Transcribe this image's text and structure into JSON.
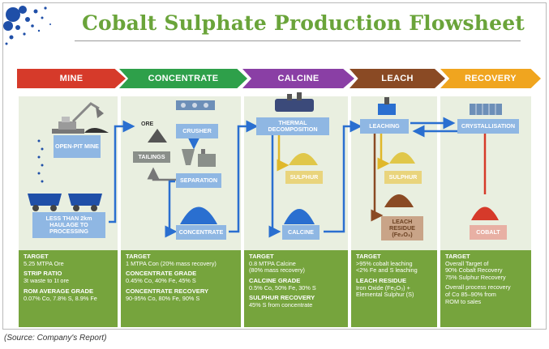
{
  "title": "Cobalt Sulphate Production Flowsheet",
  "source": "(Source: Company's Report)",
  "colors": {
    "green": "#76a43d",
    "red": "#d63a2a",
    "teal": "#2ea04a",
    "purple": "#8a3fa5",
    "brown": "#8a4a24",
    "orange": "#f0a51f"
  },
  "stages": {
    "mine": "MINE",
    "concentrate": "CONCENTRATE",
    "calcine": "CALCINE",
    "leach": "LEACH",
    "recovery": "RECOVERY"
  },
  "boxes": {
    "open_pit": "OPEN-PIT MINE",
    "haulage": "LESS THAN 2km HAULAGE TO PROCESSING",
    "ore": "ORE",
    "crusher": "CRUSHER",
    "tailings": "TAILINGS",
    "separation": "SEPARATION",
    "concentrate": "CONCENTRATE",
    "thermal": "THERMAL DECOMPOSITION",
    "sulphur1": "SULPHUR",
    "calcine": "CALCINE",
    "leaching": "LEACHING",
    "sulphur2": "SULPHUR",
    "leach_residue": "LEACH RESIDUE (Fe₂O₃)",
    "crystallisation": "CRYSTALLISATION",
    "cobalt": "COBALT"
  },
  "panels": {
    "mine": {
      "h1": "TARGET",
      "t1": "5.25 MTPA Ore",
      "h2": "STRIP RATIO",
      "t2": "3t waste to 1t ore",
      "h3": "ROM AVERAGE GRADE",
      "t3": "0.07% Co, 7.8% S, 8.9% Fe"
    },
    "concentrate": {
      "h1": "TARGET",
      "t1": "1 MTPA Con (20% mass recovery)",
      "h2": "CONCENTRATE GRADE",
      "t2": "0.45% Co, 40% Fe, 45% S",
      "h3": "CONCENTRATE RECOVERY",
      "t3": "90-95% Co, 80% Fe, 90% S"
    },
    "calcine": {
      "h1": "TARGET",
      "t1a": "0.8 MTPA Calcine",
      "t1b": "(80% mass recovery)",
      "h2": "CALCINE GRADE",
      "t2": "0.5% Co, 50% Fe, 30% S",
      "h3": "SULPHUR RECOVERY",
      "t3": "45% S from concentrate"
    },
    "leach": {
      "h1": "TARGET",
      "t1a": ">95% cobalt leaching",
      "t1b": "<2% Fe and S leaching",
      "h2": "LEACH RESIDUE",
      "t2a": "Iron Oxide (Fe₂O₃) +",
      "t2b": "Elemental Sulphur (S)"
    },
    "recovery": {
      "h1": "TARGET",
      "t1a": "Overall Target of",
      "t1b": "90% Cobalt Recovery",
      "t1c": "75% Sulphur Recovery",
      "t2a": "Overall process recovery",
      "t2b": "of Co 85–90% from",
      "t2c": "ROM to sales"
    }
  }
}
